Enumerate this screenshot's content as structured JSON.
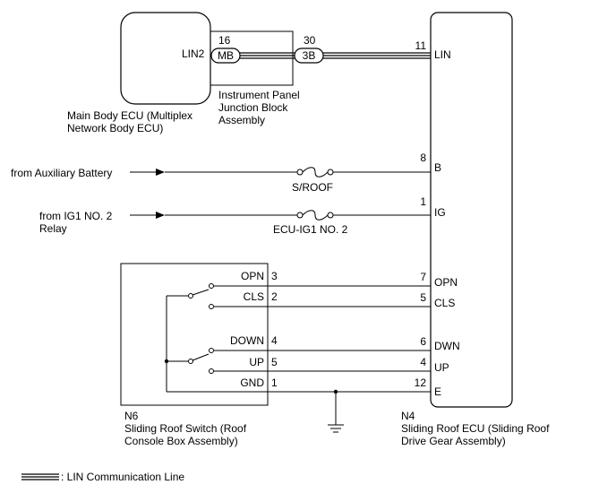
{
  "main_ecu": {
    "name_line1": "Main Body ECU (Multiplex",
    "name_line2": "Network Body ECU)",
    "pin_label": "LIN2"
  },
  "junction_block": {
    "name_line1": "Instrument Panel",
    "name_line2": "Junction Block",
    "name_line3": "Assembly",
    "connector_in_pin": "16",
    "connector_in": "MB",
    "connector_out_pin": "30",
    "connector_out": "3B"
  },
  "sliding_roof_ecu": {
    "code": "N4",
    "name_line1": "Sliding Roof ECU (Sliding Roof",
    "name_line2": "Drive Gear Assembly)",
    "pins": [
      {
        "num": "11",
        "label": "LIN"
      },
      {
        "num": "8",
        "label": "B"
      },
      {
        "num": "1",
        "label": "IG"
      },
      {
        "num": "7",
        "label": "OPN"
      },
      {
        "num": "5",
        "label": "CLS"
      },
      {
        "num": "6",
        "label": "DWN"
      },
      {
        "num": "4",
        "label": "UP"
      },
      {
        "num": "12",
        "label": "E"
      }
    ]
  },
  "inputs": {
    "battery_source": "from Auxiliary Battery",
    "battery_fuse": "S/ROOF",
    "ig_source_line1": "from IG1 NO. 2",
    "ig_source_line2": "Relay",
    "ig_fuse": "ECU-IG1 NO. 2"
  },
  "sliding_roof_switch": {
    "code": "N6",
    "name_line1": "Sliding Roof Switch (Roof",
    "name_line2": "Console Box Assembly)",
    "pins": [
      {
        "label": "OPN",
        "num": "3"
      },
      {
        "label": "CLS",
        "num": "2"
      },
      {
        "label": "DOWN",
        "num": "4"
      },
      {
        "label": "UP",
        "num": "5"
      },
      {
        "label": "GND",
        "num": "1"
      }
    ]
  },
  "legend": {
    "text": ": LIN Communication Line"
  }
}
